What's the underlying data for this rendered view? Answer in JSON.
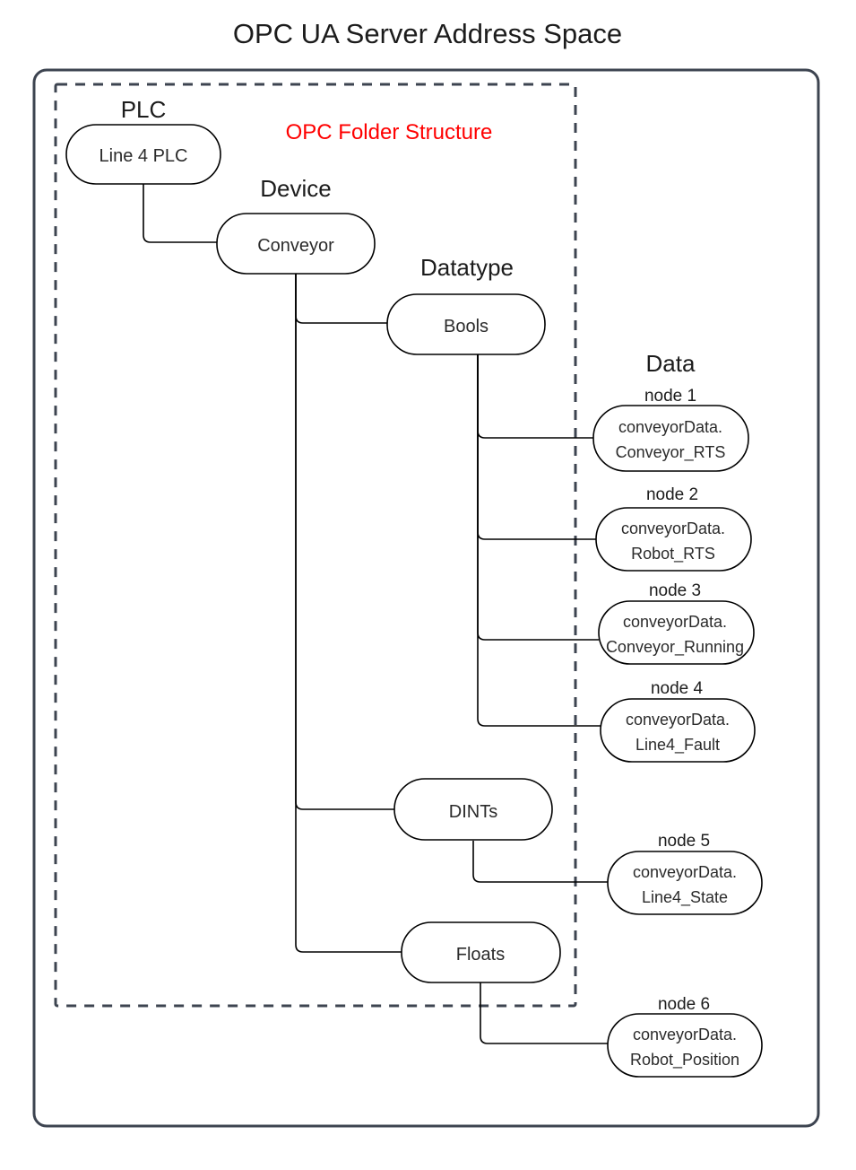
{
  "title": "OPC UA Server Address Space",
  "folder_structure_label": "OPC Folder Structure",
  "colors": {
    "folder_label": "#ff0000",
    "frame": "#3d4450",
    "node_stroke": "#000000",
    "text": "#1c1c1c",
    "background": "#ffffff"
  },
  "section_labels": {
    "plc": "PLC",
    "device": "Device",
    "datatype": "Datatype",
    "data": "Data"
  },
  "nodes": {
    "plc": {
      "label": "Line 4 PLC"
    },
    "device": {
      "label": "Conveyor"
    },
    "datatypes": [
      {
        "label": "Bools"
      },
      {
        "label": "DINTs"
      },
      {
        "label": "Floats"
      }
    ],
    "data": [
      {
        "caption": "node 1",
        "line1": "conveyorData.",
        "line2": "Conveyor_RTS"
      },
      {
        "caption": "node 2",
        "line1": "conveyorData.",
        "line2": "Robot_RTS"
      },
      {
        "caption": "node 3",
        "line1": "conveyorData.",
        "line2": "Conveyor_Running"
      },
      {
        "caption": "node 4",
        "line1": "conveyorData.",
        "line2": "Line4_Fault"
      },
      {
        "caption": "node 5",
        "line1": "conveyorData.",
        "line2": "Line4_State"
      },
      {
        "caption": "node 6",
        "line1": "conveyorData.",
        "line2": "Robot_Position"
      }
    ]
  }
}
